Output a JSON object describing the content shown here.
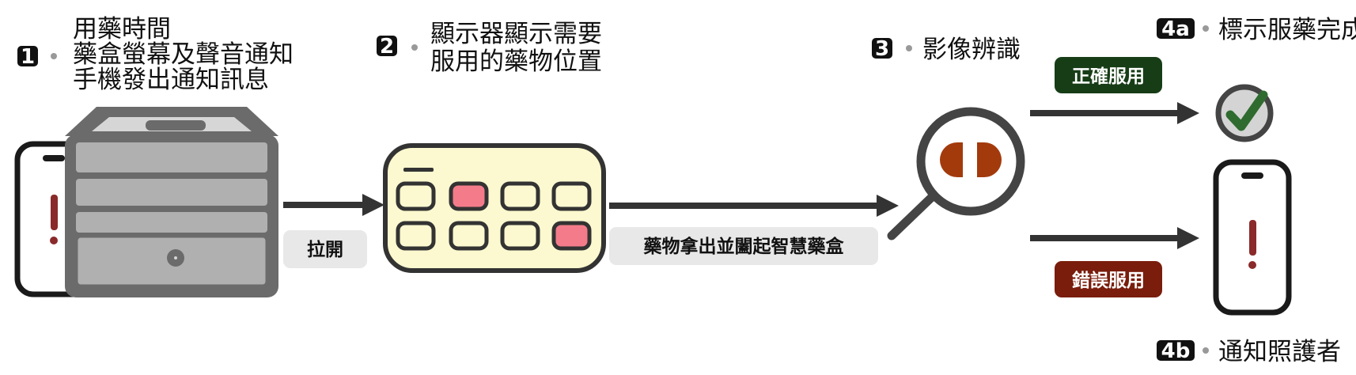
{
  "steps": {
    "s1": {
      "badge": "1",
      "lines": [
        "用藥時間",
        "藥盒螢幕及聲音通知",
        "手機發出通知訊息"
      ]
    },
    "s2": {
      "badge": "2",
      "lines": [
        "顯示器顯示需要",
        "服用的藥物位置"
      ]
    },
    "s3": {
      "badge": "3",
      "lines": [
        "影像辨識"
      ]
    },
    "s4a": {
      "badge": "4a",
      "lines": [
        "標示服藥完成"
      ]
    },
    "s4b": {
      "badge": "4b",
      "lines": [
        "通知照護者"
      ]
    }
  },
  "edges": {
    "open_drawer": "拉開",
    "take_and_close": "藥物拿出並闔起智慧藥盒"
  },
  "results": {
    "correct": {
      "label": "正確服用",
      "color": "#173d17"
    },
    "wrong": {
      "label": "錯誤服用",
      "color": "#7a1d0c"
    }
  },
  "colors": {
    "outline": "#1a1a1a",
    "arrow": "#333333",
    "box_gray": "#b0b0b0",
    "box_dark": "#6b6b6b",
    "screen_bg": "#fcf8cf",
    "slot_highlight": "#f47c8a",
    "pill": "#a33a0c",
    "alert": "#8a2a2a",
    "check_green": "#2f6b2f",
    "label_bg": "#e8e8e8"
  },
  "icons": [
    "phone-icon",
    "pillbox-icon",
    "display-icon",
    "magnifier-icon",
    "pill-icon",
    "check-icon"
  ]
}
